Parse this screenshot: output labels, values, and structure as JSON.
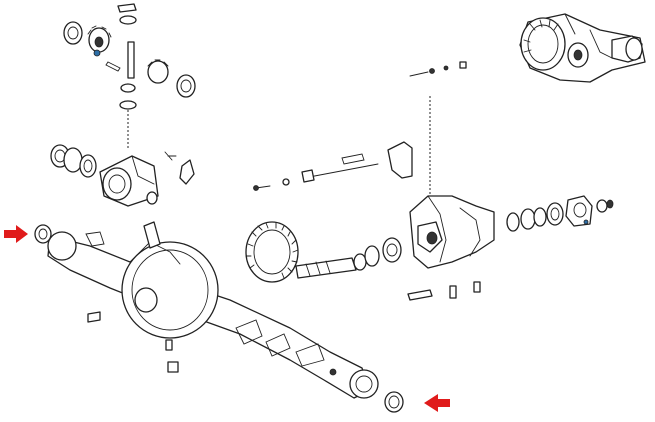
{
  "diagram": {
    "arrows": [
      {
        "name": "left-pointer",
        "direction": "right",
        "color": "#e01b1b"
      },
      {
        "name": "right-pointer",
        "direction": "left",
        "color": "#e01b1b"
      }
    ],
    "line_color": "#222222",
    "background": "#ffffff"
  }
}
